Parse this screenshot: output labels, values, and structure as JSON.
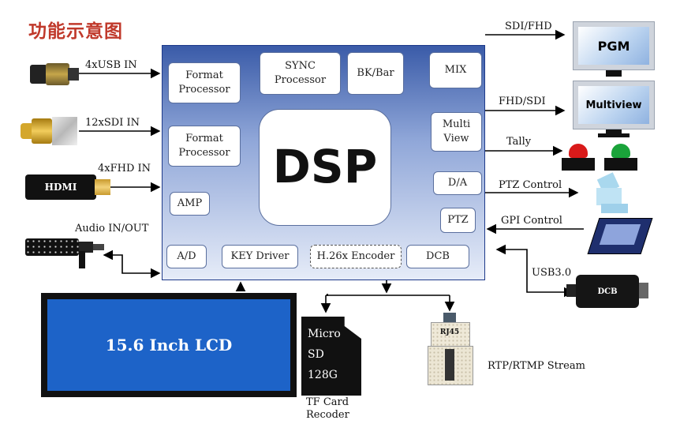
{
  "title": "功能示意图",
  "inputs": {
    "usb": "4xUSB IN",
    "sdi": "12xSDI IN",
    "hdmi": "4xFHD IN",
    "hdmi_plug": "HDMI",
    "audio": "Audio IN/OUT"
  },
  "blocks": {
    "format1": "Format\nProcessor",
    "sync": "SYNC\nProcessor",
    "bkbar": "BK/Bar",
    "mix": "MIX",
    "format2": "Format\nProcessor",
    "dsp": "DSP",
    "multiview": "Multi\nView",
    "da": "D/A",
    "amp": "AMP",
    "ptz": "PTZ",
    "ad": "A/D",
    "key": "KEY Driver",
    "h26x": "H.26x Encoder",
    "dcb": "DCB"
  },
  "outputs": {
    "sdi_fhd": "SDI/FHD",
    "pgm": "PGM",
    "fhd_sdi": "FHD/SDI",
    "multiview": "Multiview",
    "tally": "Tally",
    "ptz_control": "PTZ Control",
    "gpi_control": "GPI Control",
    "usb3": "USB3.0",
    "dcb_device": "DCB"
  },
  "bottom": {
    "lcd": "15.6 Inch LCD",
    "sd_line1": "Micro",
    "sd_line2": "SD",
    "sd_line3": "128G",
    "tf_line1": "TF Card",
    "tf_line2": "Recoder",
    "rj45": "RJ45",
    "stream": "RTP/RTMP Stream"
  },
  "colors": {
    "title": "#c0392b",
    "dsp_gradient_top": "#3a5ba8",
    "lcd_panel": "#1d63c8",
    "tally_red": "#d91a1a",
    "tally_green": "#1aa33a"
  }
}
